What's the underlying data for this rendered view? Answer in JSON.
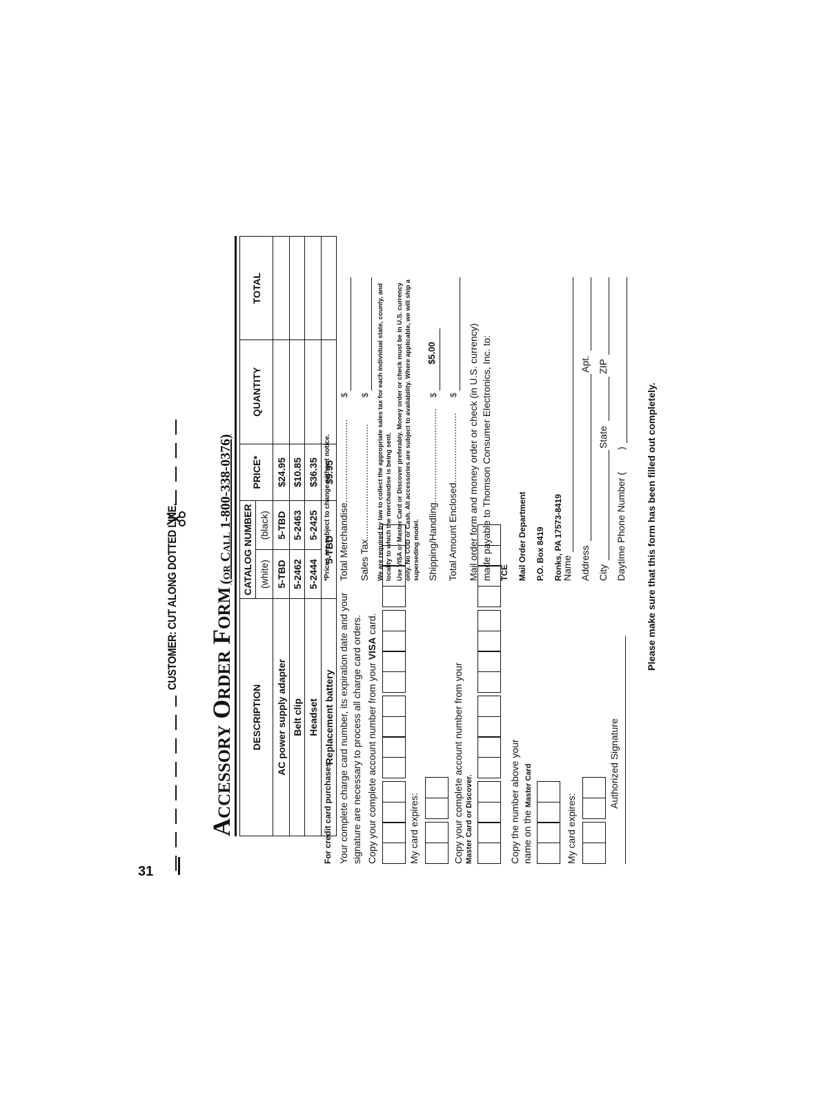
{
  "cut_line": {
    "text": "CUSTOMER: CUT ALONG DOTTED LINE.",
    "icon": "scissors-icon"
  },
  "form": {
    "title_main": "Accessory Order Form",
    "title_call": "(or Call 1-800-338-0376)"
  },
  "table": {
    "headers": {
      "description": "DESCRIPTION",
      "catalog": "CATALOG NUMBER",
      "white": "(white)",
      "black": "(black)",
      "price": "PRICE*",
      "quantity": "QUANTITY",
      "total": "TOTAL"
    },
    "rows": [
      {
        "description": "AC power supply adapter",
        "white": "5-TBD",
        "black": "5-TBD",
        "price": "$24.95"
      },
      {
        "description": "Belt clip",
        "white": "5-2462",
        "black": "5-2463",
        "price": "$10.85"
      },
      {
        "description": "Headset",
        "white": "5-2444",
        "black": "5-2425",
        "price": "$36.35"
      },
      {
        "description": "Replacement battery",
        "catalog": "5-TBD",
        "price": "$9.95"
      }
    ],
    "price_note": "*Prices are subject to change without notice."
  },
  "left": {
    "credit_heading": "For credit card purchases",
    "instructions_1": "Your complete charge card number, its expiration date and your",
    "instructions_2": "signature are necessary to process all charge card orders.",
    "visa_prefix": "Copy your complete account number from your ",
    "visa_bold": "VISA",
    "visa_suffix": " card.",
    "expires_1": "My card expires:",
    "mc_line1": "Copy your complete account number from your",
    "mc_line2": "Master Card or Discover.",
    "mc_above_1": "Copy the number above your",
    "mc_above_2_prefix": "name on the ",
    "mc_above_2_bold": "Master Card",
    "expires_2": "My card expires:",
    "signature": "Authorized Signature"
  },
  "right": {
    "total_merch": "Total Merchandise...............................",
    "sales_tax": "Sales Tax...........................................",
    "dollar": "$",
    "tax_note": "We are required by law to collect the appropriate sales tax for each individual state, county, and locality to which the merchandise is being sent.",
    "visa_note": "Use VISA or Master Card or Discover preferably. Money order or check must be in U.S. currency only. No COD or Cash. All accessories are subject to availability. Where applicable, we will ship a superseding model.",
    "shipping": "Shipping/Handling...................................",
    "shipping_value": "$5.00",
    "total_enclosed": "Total Amount Enclosed..........................",
    "mail_1": "Mail order form and money order or check (in U.S. currency)",
    "mail_2": "made payable to Thomson Consumer Electronics, Inc. to:",
    "addr_1": "TCE",
    "addr_2": "Mail Order Department",
    "addr_3": "P.O. Box 8419",
    "addr_4": "Ronks, PA 17573-8419",
    "name": "Name",
    "address": "Address",
    "apt": "Apt.",
    "city": "City",
    "state": "State",
    "zip": "ZIP",
    "phone": "Daytime Phone Number (",
    "phone_close": ")"
  },
  "footer": {
    "complete_note": "Please make sure that this form has been filled out completely.",
    "page_number": "31"
  }
}
